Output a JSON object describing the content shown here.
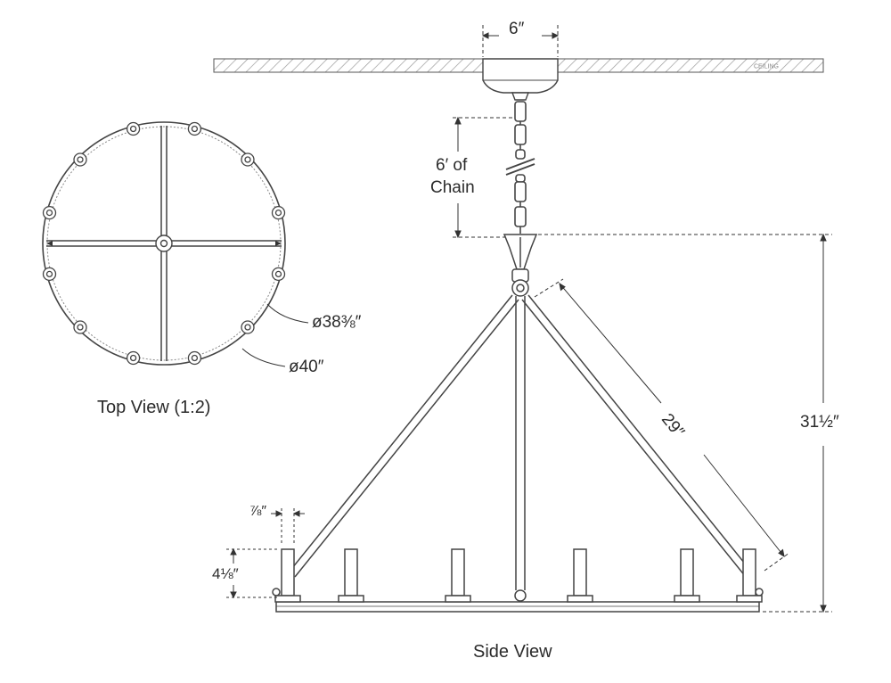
{
  "ceiling": {
    "label": "CEILING"
  },
  "dimensions": {
    "canopy_width": "6″",
    "chain_length_top": "6′ of",
    "chain_length_bottom": "Chain",
    "arm_length": "29″",
    "overall_height": "31½″",
    "candle_width": "⅞″",
    "candle_height": "4⅛″",
    "inner_diameter": "ø38⅜″",
    "outer_diameter": "ø40″"
  },
  "captions": {
    "top_view": "Top View (1:2)",
    "side_view": "Side View"
  },
  "colors": {
    "line": "#4a4a4a",
    "text": "#2b2b2b",
    "background": "#ffffff"
  }
}
